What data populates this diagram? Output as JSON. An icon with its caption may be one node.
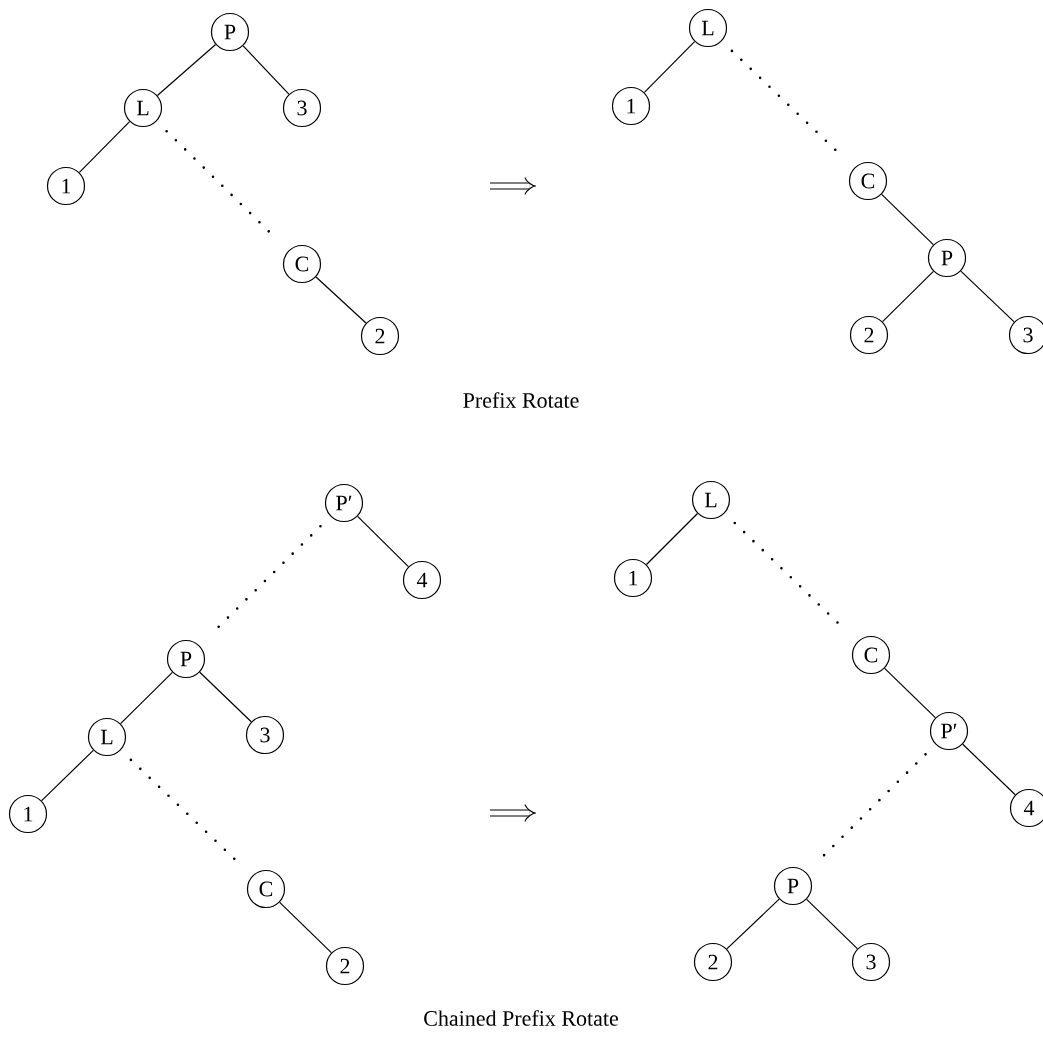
{
  "diagram": {
    "nodes": [
      {
        "text": [
          "P"
        ]
      },
      {
        "text": [
          "L"
        ]
      },
      {
        "text": [
          "3"
        ]
      },
      {
        "text": [
          "1"
        ]
      },
      {
        "text": [
          "C"
        ]
      },
      {
        "text": [
          "2"
        ]
      },
      {
        "text": [
          "L"
        ]
      },
      {
        "text": [
          "1"
        ]
      },
      {
        "text": [
          "C"
        ]
      },
      {
        "text": [
          "P"
        ]
      },
      {
        "text": [
          "2"
        ]
      },
      {
        "text": [
          "3"
        ]
      },
      {
        "text": [
          "P′"
        ]
      },
      {
        "text": [
          "4"
        ]
      },
      {
        "text": [
          "P"
        ]
      },
      {
        "text": [
          "L"
        ]
      },
      {
        "text": [
          "3"
        ]
      },
      {
        "text": [
          "1"
        ]
      },
      {
        "text": [
          "C"
        ]
      },
      {
        "text": [
          "2"
        ]
      },
      {
        "text": [
          "L"
        ]
      },
      {
        "text": [
          "1"
        ]
      },
      {
        "text": [
          "C"
        ]
      },
      {
        "text": [
          "P′"
        ]
      },
      {
        "text": [
          "4"
        ]
      },
      {
        "text": [
          "P"
        ]
      },
      {
        "text": [
          "2"
        ]
      },
      {
        "text": [
          "3"
        ]
      }
    ],
    "edges": [
      {
        "from": 0,
        "to": 1,
        "arrow": "none"
      },
      {
        "from": 0,
        "to": 2,
        "arrow": "none"
      },
      {
        "from": 1,
        "to": 3,
        "arrow": "none"
      },
      {
        "from": 1,
        "to": 4,
        "arrow": "none",
        "style": "dashed"
      },
      {
        "from": 4,
        "to": 5,
        "arrow": "none"
      },
      {
        "from": 6,
        "to": 7,
        "arrow": "none"
      },
      {
        "from": 6,
        "to": 8,
        "arrow": "none",
        "style": "dashed"
      },
      {
        "from": 8,
        "to": 9,
        "arrow": "none"
      },
      {
        "from": 9,
        "to": 10,
        "arrow": "none"
      },
      {
        "from": 9,
        "to": 11,
        "arrow": "none"
      },
      {
        "from": 12,
        "to": 13,
        "arrow": "none"
      },
      {
        "from": 12,
        "to": 14,
        "arrow": "none",
        "style": "dashed"
      },
      {
        "from": 14,
        "to": 15,
        "arrow": "none"
      },
      {
        "from": 14,
        "to": 16,
        "arrow": "none"
      },
      {
        "from": 15,
        "to": 17,
        "arrow": "none"
      },
      {
        "from": 15,
        "to": 18,
        "arrow": "none",
        "style": "dashed"
      },
      {
        "from": 18,
        "to": 19,
        "arrow": "none"
      },
      {
        "from": 20,
        "to": 21,
        "arrow": "none"
      },
      {
        "from": 20,
        "to": 22,
        "arrow": "none",
        "style": "dashed"
      },
      {
        "from": 22,
        "to": 23,
        "arrow": "none"
      },
      {
        "from": 23,
        "to": 24,
        "arrow": "none"
      },
      {
        "from": 23,
        "to": 25,
        "arrow": "none",
        "style": "dashed"
      },
      {
        "from": 25,
        "to": 26,
        "arrow": "none"
      },
      {
        "from": 25,
        "to": 27,
        "arrow": "none"
      }
    ],
    "labels": [
      "Prefix Rotate",
      "Chained Prefix Rotate"
    ]
  }
}
